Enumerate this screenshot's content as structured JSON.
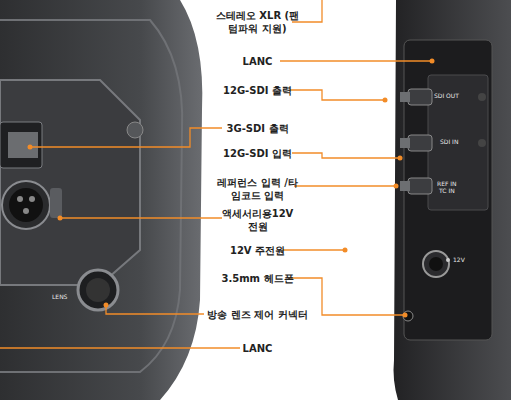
{
  "diagram": {
    "labels": [
      "스테레오 XLR (팬텀파워 지원)",
      "LANC",
      "12G-SDI 출력",
      "3G-SDI 출력",
      "12G-SDI 입력",
      "레퍼런스 입력 /타임코드 입력",
      "액세서리용12V 전원",
      "12V 주전원",
      "3.5mm 헤드폰",
      "방송 렌즈 제어 커넥터",
      "LANC",
      "SDI OUT",
      "SDI IN",
      "REF IN",
      "TC IN",
      "12V",
      "LENS"
    ]
  }
}
